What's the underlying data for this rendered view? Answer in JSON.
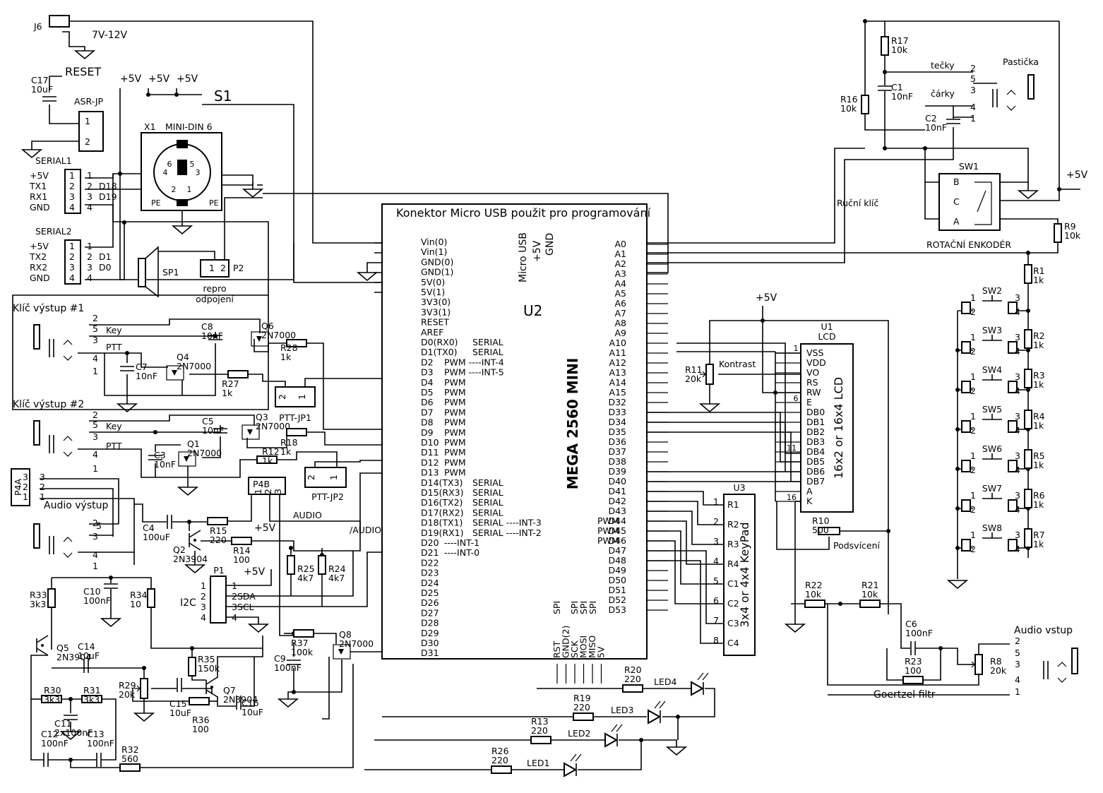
{
  "title": "Konektor Micro USB použit pro programování",
  "board": {
    "ref": "U2",
    "name": "MEGA 2560 MINI",
    "usb_label": "Micro USB",
    "plus5": "+5V",
    "gnd": "GND",
    "left_pins": [
      "Vin(0)",
      "Vin(1)",
      "GND(0)",
      "GND(1)",
      "5V(0)",
      "5V(1)",
      "3V3(0)",
      "3V3(1)",
      "RESET",
      "AREF",
      "D0(RX0)",
      "D1(TX0)",
      "D2",
      "D3",
      "D4",
      "D5",
      "D6",
      "D7",
      "D8",
      "D9",
      "D10",
      "D11",
      "D12",
      "D13",
      "D14(TX3)",
      "D15(RX3)",
      "D16(TX2)",
      "D17(RX2)",
      "D18(TX1)",
      "D19(RX1)",
      "D20",
      "D21",
      "D22",
      "D23",
      "D24",
      "D25",
      "D26",
      "D27",
      "D28",
      "D29",
      "D30",
      "D31"
    ],
    "left_notes": [
      "",
      "",
      "",
      "",
      "",
      "",
      "",
      "",
      "",
      "",
      "SERIAL",
      "SERIAL",
      "PWM ----INT-4",
      "PWM ----INT-5",
      "PWM",
      "PWM",
      "PWM",
      "PWM",
      "PWM",
      "PWM",
      "PWM",
      "PWM",
      "PWM",
      "PWM",
      "SERIAL",
      "SERIAL",
      "SERIAL",
      "SERIAL",
      "SERIAL  ----INT-3",
      "SERIAL  ----INT-2",
      "----INT-1",
      "----INT-0",
      "",
      "",
      "",
      "",
      "",
      "",
      "",
      "",
      "",
      ""
    ],
    "right_pins": [
      "A0",
      "A1",
      "A2",
      "A3",
      "A4",
      "A5",
      "A6",
      "A7",
      "A8",
      "A9",
      "A10",
      "A11",
      "A12",
      "A13",
      "A14",
      "A15",
      "D32",
      "D33",
      "D34",
      "D35",
      "D36",
      "D37",
      "D38",
      "D39",
      "D40",
      "D41",
      "D42",
      "D43",
      "D44",
      "D45",
      "D46",
      "D47",
      "D48",
      "D49",
      "D50",
      "D51",
      "D52",
      "D53"
    ],
    "pwm_labels": [
      "PWM",
      "PWM",
      "PWM"
    ],
    "bottom_pins": [
      "RST",
      "GND(2)",
      "SCK",
      "MOSI",
      "MISO",
      "5V"
    ],
    "spi_labels": [
      "SPI",
      "SPI",
      "SPI",
      "SPI"
    ]
  },
  "lcd": {
    "ref": "U1",
    "type": "LCD",
    "name": "16x2 or 16x4 LCD",
    "pins": [
      "VSS",
      "VDD",
      "VO",
      "RS",
      "RW",
      "E",
      "DB0",
      "DB1",
      "DB2",
      "DB3",
      "DB4",
      "DB5",
      "DB6",
      "DB7",
      "A",
      "K"
    ],
    "pin_numbers": [
      "1",
      "6",
      "11",
      "16"
    ]
  },
  "keypad": {
    "ref": "U3",
    "name": "3x4 or 4x4 KeyPad",
    "pins": [
      "R1",
      "R2",
      "R3",
      "R4",
      "C1",
      "C2",
      "C3",
      "C4"
    ],
    "numbers": [
      "1",
      "2",
      "3",
      "4",
      "5",
      "6",
      "7",
      "8"
    ]
  },
  "encoder": {
    "ref": "SW1",
    "pins": [
      "B",
      "C",
      "A"
    ],
    "name": "ROTAČNÍ ENKODÉR",
    "manual_key": "Ruční klíč"
  },
  "paddle": {
    "name": "Pastička",
    "dots": "tečky",
    "dashes": "čárky",
    "pins": [
      "2",
      "5",
      "3",
      "4",
      "1"
    ]
  },
  "power": {
    "jack": "J6",
    "voltage": "7V-12V",
    "reset": "RESET",
    "asr": "ASR-JP",
    "switch": "S1",
    "plus5": "+5V",
    "din_ref": "X1",
    "din_name": "MINI-DIN  6",
    "din_pins": [
      "6",
      "5",
      "4",
      "3",
      "2",
      "1"
    ],
    "din_pe": "PE"
  },
  "serial1": {
    "name": "SERIAL1",
    "labels": [
      "+5V",
      "TX1",
      "RX1",
      "GND"
    ],
    "pins": [
      "1",
      "2",
      "3",
      "4"
    ],
    "dio": [
      "D18",
      "D19"
    ]
  },
  "serial2": {
    "name": "SERIAL2",
    "labels": [
      "+5V",
      "TX2",
      "RX2",
      "GND"
    ],
    "pins": [
      "1",
      "2",
      "3",
      "4"
    ],
    "dio": [
      "D1",
      "D0"
    ]
  },
  "speaker": {
    "ref": "SP1",
    "conn": "P2",
    "label1": "repro",
    "label2": "odpojení"
  },
  "key1": {
    "title": "Klíč výstup #1",
    "key": "Key",
    "ptt": "PTT"
  },
  "key2": {
    "title": "Klíč výstup #2",
    "key": "Key",
    "ptt": "PTT"
  },
  "audio_out": {
    "title": "Audio výstup",
    "conn": "P4A",
    "pins": [
      "3",
      "2",
      "1"
    ]
  },
  "audio_in": {
    "title": "Audio vstup",
    "pins": [
      "2",
      "5",
      "3",
      "4",
      "1"
    ],
    "filter": "Goertzel filtr"
  },
  "p4b": {
    "ref": "P4B",
    "pins": [
      "1",
      "2",
      "3"
    ]
  },
  "i2c": {
    "ref": "P1",
    "label": "I2C",
    "pins": [
      "1",
      "2",
      "3",
      "4"
    ],
    "signals": [
      "",
      "2SDA",
      "3SCL",
      ""
    ]
  },
  "ptt_jp": [
    "PTT-JP1",
    "PTT-JP2"
  ],
  "signals": {
    "audio": "AUDIO",
    "naudio": "/AUDIO",
    "kontrast": "Kontrast",
    "podsviceni": "Podsvícení"
  },
  "components": [
    {
      "ref": "C17",
      "val": "10uF"
    },
    {
      "ref": "R17",
      "val": "10k"
    },
    {
      "ref": "R16",
      "val": "10k"
    },
    {
      "ref": "C1",
      "val": "10nF"
    },
    {
      "ref": "C2",
      "val": "10nF"
    },
    {
      "ref": "R9",
      "val": "10k"
    },
    {
      "ref": "C8",
      "val": "10nF"
    },
    {
      "ref": "Q6",
      "val": "2N7000"
    },
    {
      "ref": "R28",
      "val": "1k"
    },
    {
      "ref": "C7",
      "val": "10nF"
    },
    {
      "ref": "Q4",
      "val": "2N7000"
    },
    {
      "ref": "R27",
      "val": "1k"
    },
    {
      "ref": "C5",
      "val": "10nF"
    },
    {
      "ref": "Q3",
      "val": "2N7000"
    },
    {
      "ref": "R18",
      "val": "1k"
    },
    {
      "ref": "C3",
      "val": "10nF"
    },
    {
      "ref": "Q1",
      "val": "2N7000"
    },
    {
      "ref": "R12",
      "val": "1k"
    },
    {
      "ref": "C4",
      "val": "100uF"
    },
    {
      "ref": "R15",
      "val": "220"
    },
    {
      "ref": "Q2",
      "val": "2N3904"
    },
    {
      "ref": "R14",
      "val": "100"
    },
    {
      "ref": "R25",
      "val": "4k7"
    },
    {
      "ref": "R24",
      "val": "4k7"
    },
    {
      "ref": "R33",
      "val": "3k3"
    },
    {
      "ref": "C10",
      "val": "100nF"
    },
    {
      "ref": "R34",
      "val": "10"
    },
    {
      "ref": "Q5",
      "val": "2N3904"
    },
    {
      "ref": "C14",
      "val": "10uF"
    },
    {
      "ref": "R30",
      "val": "3k3"
    },
    {
      "ref": "R31",
      "val": "3k3"
    },
    {
      "ref": "C11",
      "val": "2x100nF"
    },
    {
      "ref": "C12",
      "val": "100nF"
    },
    {
      "ref": "C13",
      "val": "100nF"
    },
    {
      "ref": "R32",
      "val": "560"
    },
    {
      "ref": "R29",
      "val": "20k"
    },
    {
      "ref": "C15",
      "val": "10uF"
    },
    {
      "ref": "R35",
      "val": "150k"
    },
    {
      "ref": "Q7",
      "val": "2N3904"
    },
    {
      "ref": "R36",
      "val": "100"
    },
    {
      "ref": "C16",
      "val": "10uF"
    },
    {
      "ref": "C9",
      "val": "100nF"
    },
    {
      "ref": "R37",
      "val": "100k"
    },
    {
      "ref": "Q8",
      "val": "2N7000"
    },
    {
      "ref": "R11",
      "val": "20k"
    },
    {
      "ref": "R10",
      "val": "500"
    },
    {
      "ref": "R22",
      "val": "10k"
    },
    {
      "ref": "R21",
      "val": "10k"
    },
    {
      "ref": "C6",
      "val": "100nF"
    },
    {
      "ref": "R23",
      "val": "100"
    },
    {
      "ref": "R8",
      "val": "20k"
    },
    {
      "ref": "R20",
      "val": "220"
    },
    {
      "ref": "R19",
      "val": "220"
    },
    {
      "ref": "R13",
      "val": "220"
    },
    {
      "ref": "R26",
      "val": "220"
    },
    {
      "ref": "R1",
      "val": "1k"
    },
    {
      "ref": "R2",
      "val": "1k"
    },
    {
      "ref": "R3",
      "val": "1k"
    },
    {
      "ref": "R4",
      "val": "1k"
    },
    {
      "ref": "R5",
      "val": "1k"
    },
    {
      "ref": "R6",
      "val": "1k"
    },
    {
      "ref": "R7",
      "val": "1k"
    }
  ],
  "leds": [
    "LED4",
    "LED3",
    "LED2",
    "LED1"
  ],
  "switches": [
    "SW2",
    "SW3",
    "SW4",
    "SW5",
    "SW6",
    "SW7",
    "SW8"
  ],
  "switch_pins": [
    "1",
    "2",
    "3",
    "4"
  ]
}
